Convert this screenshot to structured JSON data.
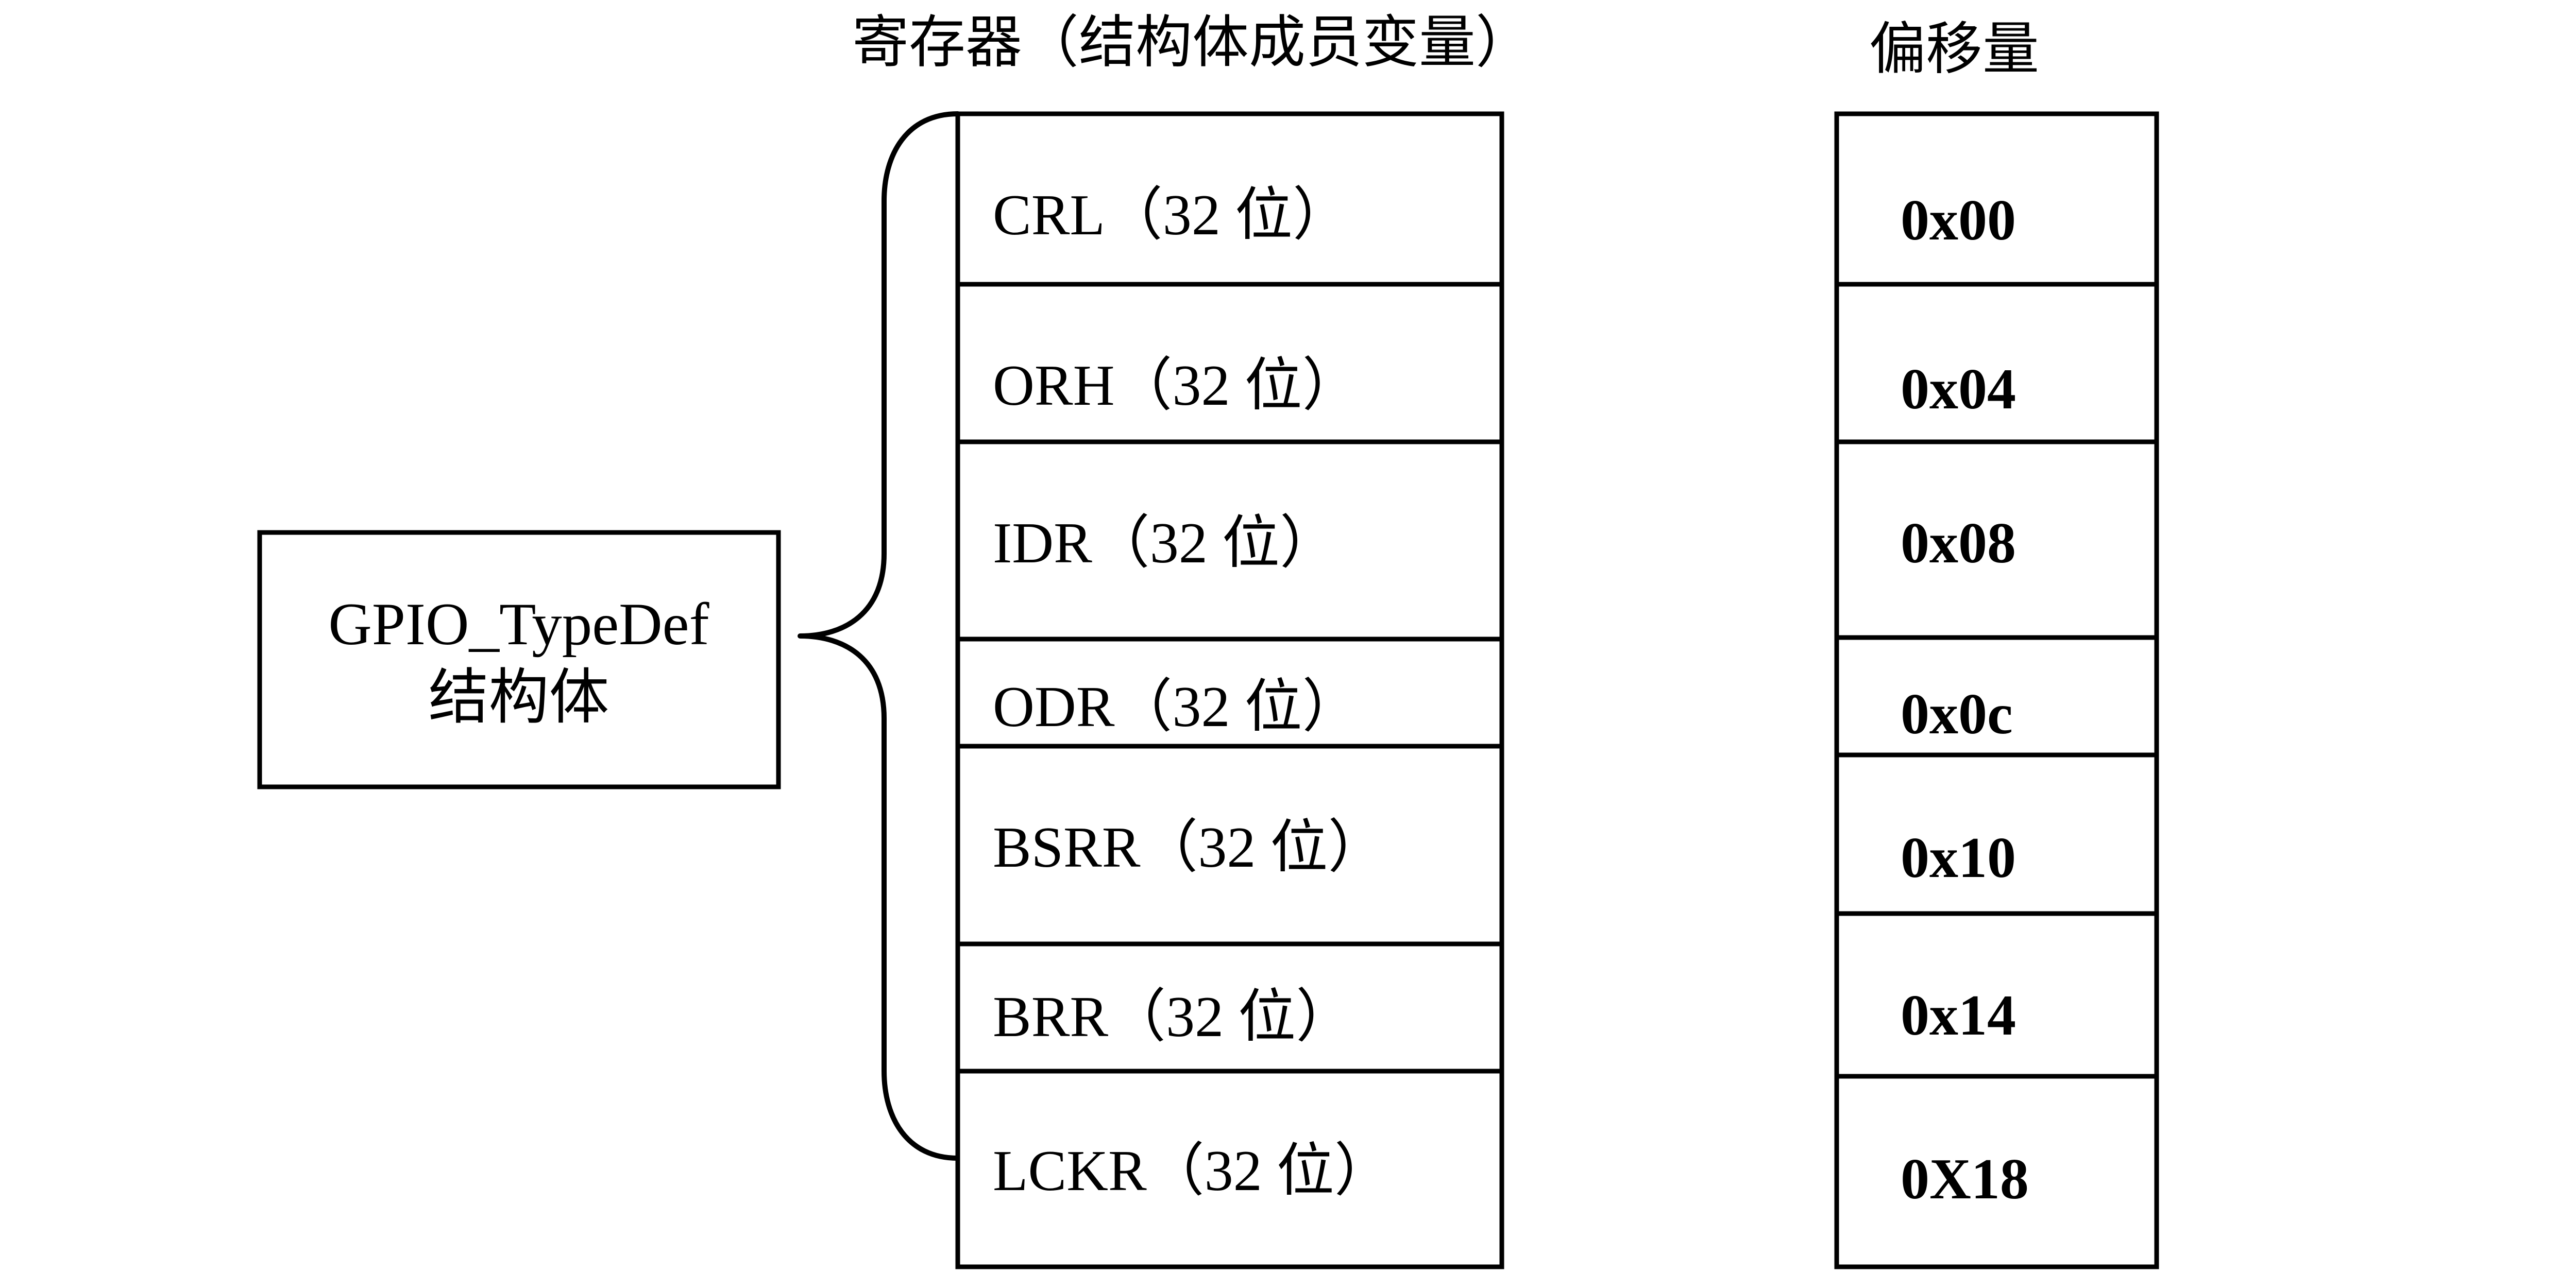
{
  "struct_box": {
    "name": "GPIO_TypeDef",
    "kind": "结构体"
  },
  "headers": {
    "registers": "寄存器（结构体成员变量）",
    "offsets": "偏移量"
  },
  "registers": [
    "CRL（32 位）",
    "ORH（32 位）",
    "IDR（32 位）",
    "ODR（32 位）",
    "BSRR（32 位）",
    "BRR（32 位）",
    "LCKR（32 位）"
  ],
  "offsets": [
    "0x00",
    "0x04",
    "0x08",
    "0x0c",
    "0x10",
    "0x14",
    "0X18"
  ]
}
